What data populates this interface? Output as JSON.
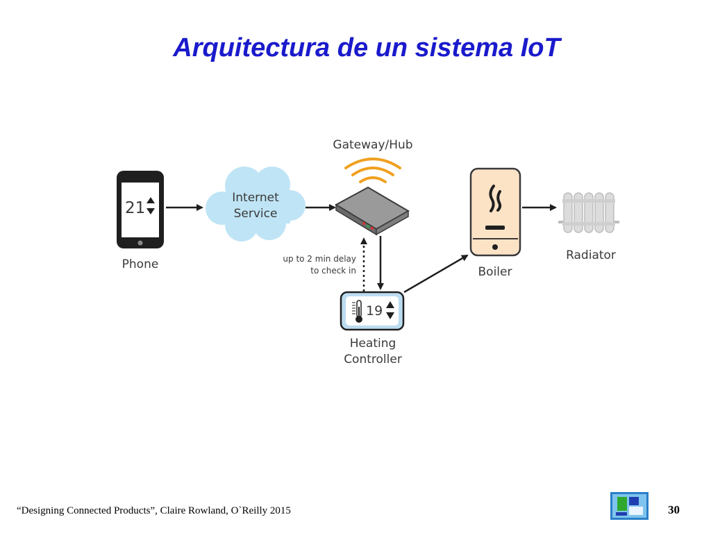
{
  "slide": {
    "title": "Arquitectura de un sistema IoT",
    "citation": "“Designing Connected Products”, Claire Rowland, O`Reilly 2015",
    "page_number": "30"
  },
  "diagram": {
    "phone": {
      "label": "Phone",
      "display_value": "21"
    },
    "internet_service": {
      "line1": "Internet",
      "line2": "Service"
    },
    "gateway": {
      "label": "Gateway/Hub"
    },
    "delay_note": {
      "line1": "up to 2 min delay",
      "line2": "to check in"
    },
    "heating_controller": {
      "display_value": "19",
      "line1": "Heating",
      "line2": "Controller"
    },
    "boiler": {
      "label": "Boiler"
    },
    "radiator": {
      "label": "Radiator"
    }
  },
  "colors": {
    "title": "#1a1acc",
    "cloud": "#bfe4f5",
    "signal": "#f0a020",
    "controller": "#bcdcf0",
    "boiler": "#fde3c6",
    "radiator": "#dcdcdc"
  }
}
